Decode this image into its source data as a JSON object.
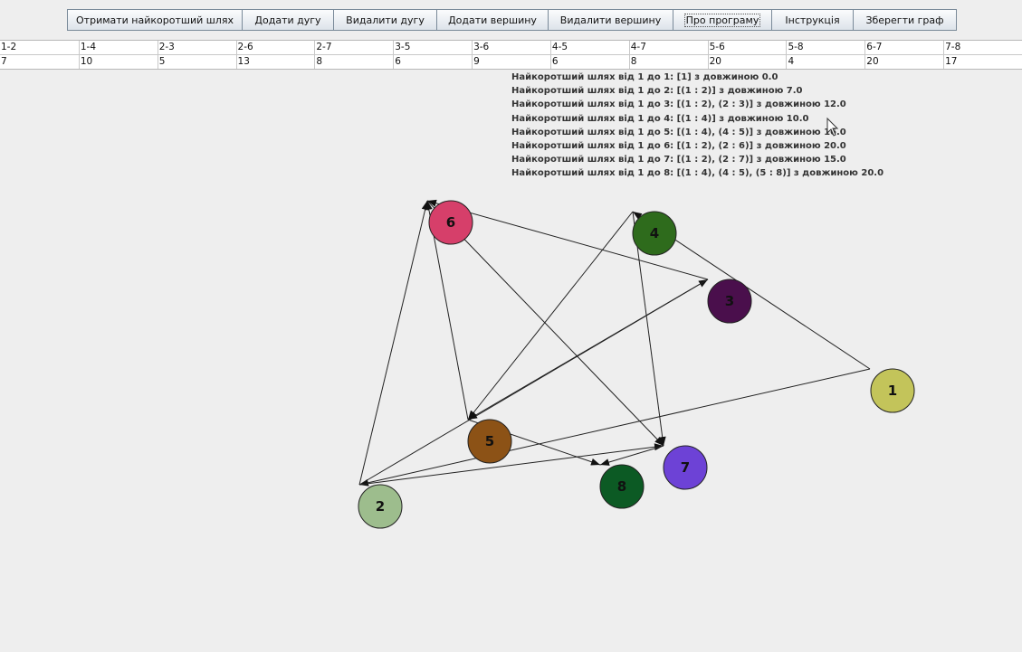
{
  "toolbar": {
    "buttons": [
      {
        "label": "Отримати найкоротший шлях"
      },
      {
        "label": "Додати дугу"
      },
      {
        "label": "Видалити дугу"
      },
      {
        "label": "Додати вершину"
      },
      {
        "label": "Видалити вершину"
      },
      {
        "label": "Про програму"
      },
      {
        "label": "Інструкція"
      },
      {
        "label": "Зберегти граф"
      }
    ]
  },
  "edge_table": {
    "headers": [
      "1-2",
      "1-4",
      "2-3",
      "2-6",
      "2-7",
      "3-5",
      "3-6",
      "4-5",
      "4-7",
      "5-6",
      "5-8",
      "6-7",
      "7-8"
    ],
    "weights": [
      "7",
      "10",
      "5",
      "13",
      "8",
      "6",
      "9",
      "6",
      "8",
      "20",
      "4",
      "20",
      "17"
    ]
  },
  "results": [
    "Найкоротший шлях від 1 до 1: [1] з довжиною 0.0",
    "Найкоротший шлях від 1 до 2: [(1 : 2)] з довжиною 7.0",
    "Найкоротший шлях від 1 до 3: [(1 : 2), (2 : 3)] з довжиною 12.0",
    "Найкоротший шлях від 1 до 4: [(1 : 4)] з довжиною 10.0",
    "Найкоротший шлях від 1 до 5: [(1 : 4), (4 : 5)] з довжиною 16.0",
    "Найкоротший шлях від 1 до 6: [(1 : 2), (2 : 6)] з довжиною 20.0",
    "Найкоротший шлях від 1 до 7: [(1 : 2), (2 : 7)] з довжиною 15.0",
    "Найкоротший шлях від 1 до 8: [(1 : 4), (4 : 5), (5 : 8)] з довжиною 20.0"
  ],
  "graph": {
    "vertices": [
      {
        "id": "1",
        "color": "#c3c45a"
      },
      {
        "id": "2",
        "color": "#9dbd8d"
      },
      {
        "id": "3",
        "color": "#4a0f4c"
      },
      {
        "id": "4",
        "color": "#2e6b1c"
      },
      {
        "id": "5",
        "color": "#8c5216"
      },
      {
        "id": "6",
        "color": "#d63f6a"
      },
      {
        "id": "7",
        "color": "#6d42d6"
      },
      {
        "id": "8",
        "color": "#0c5a24"
      }
    ],
    "edges": [
      {
        "from": "1",
        "to": "2"
      },
      {
        "from": "1",
        "to": "4"
      },
      {
        "from": "2",
        "to": "3"
      },
      {
        "from": "2",
        "to": "6"
      },
      {
        "from": "2",
        "to": "7"
      },
      {
        "from": "3",
        "to": "5"
      },
      {
        "from": "3",
        "to": "6"
      },
      {
        "from": "4",
        "to": "5"
      },
      {
        "from": "4",
        "to": "7"
      },
      {
        "from": "5",
        "to": "6"
      },
      {
        "from": "5",
        "to": "8"
      },
      {
        "from": "6",
        "to": "7"
      },
      {
        "from": "7",
        "to": "8"
      }
    ]
  }
}
